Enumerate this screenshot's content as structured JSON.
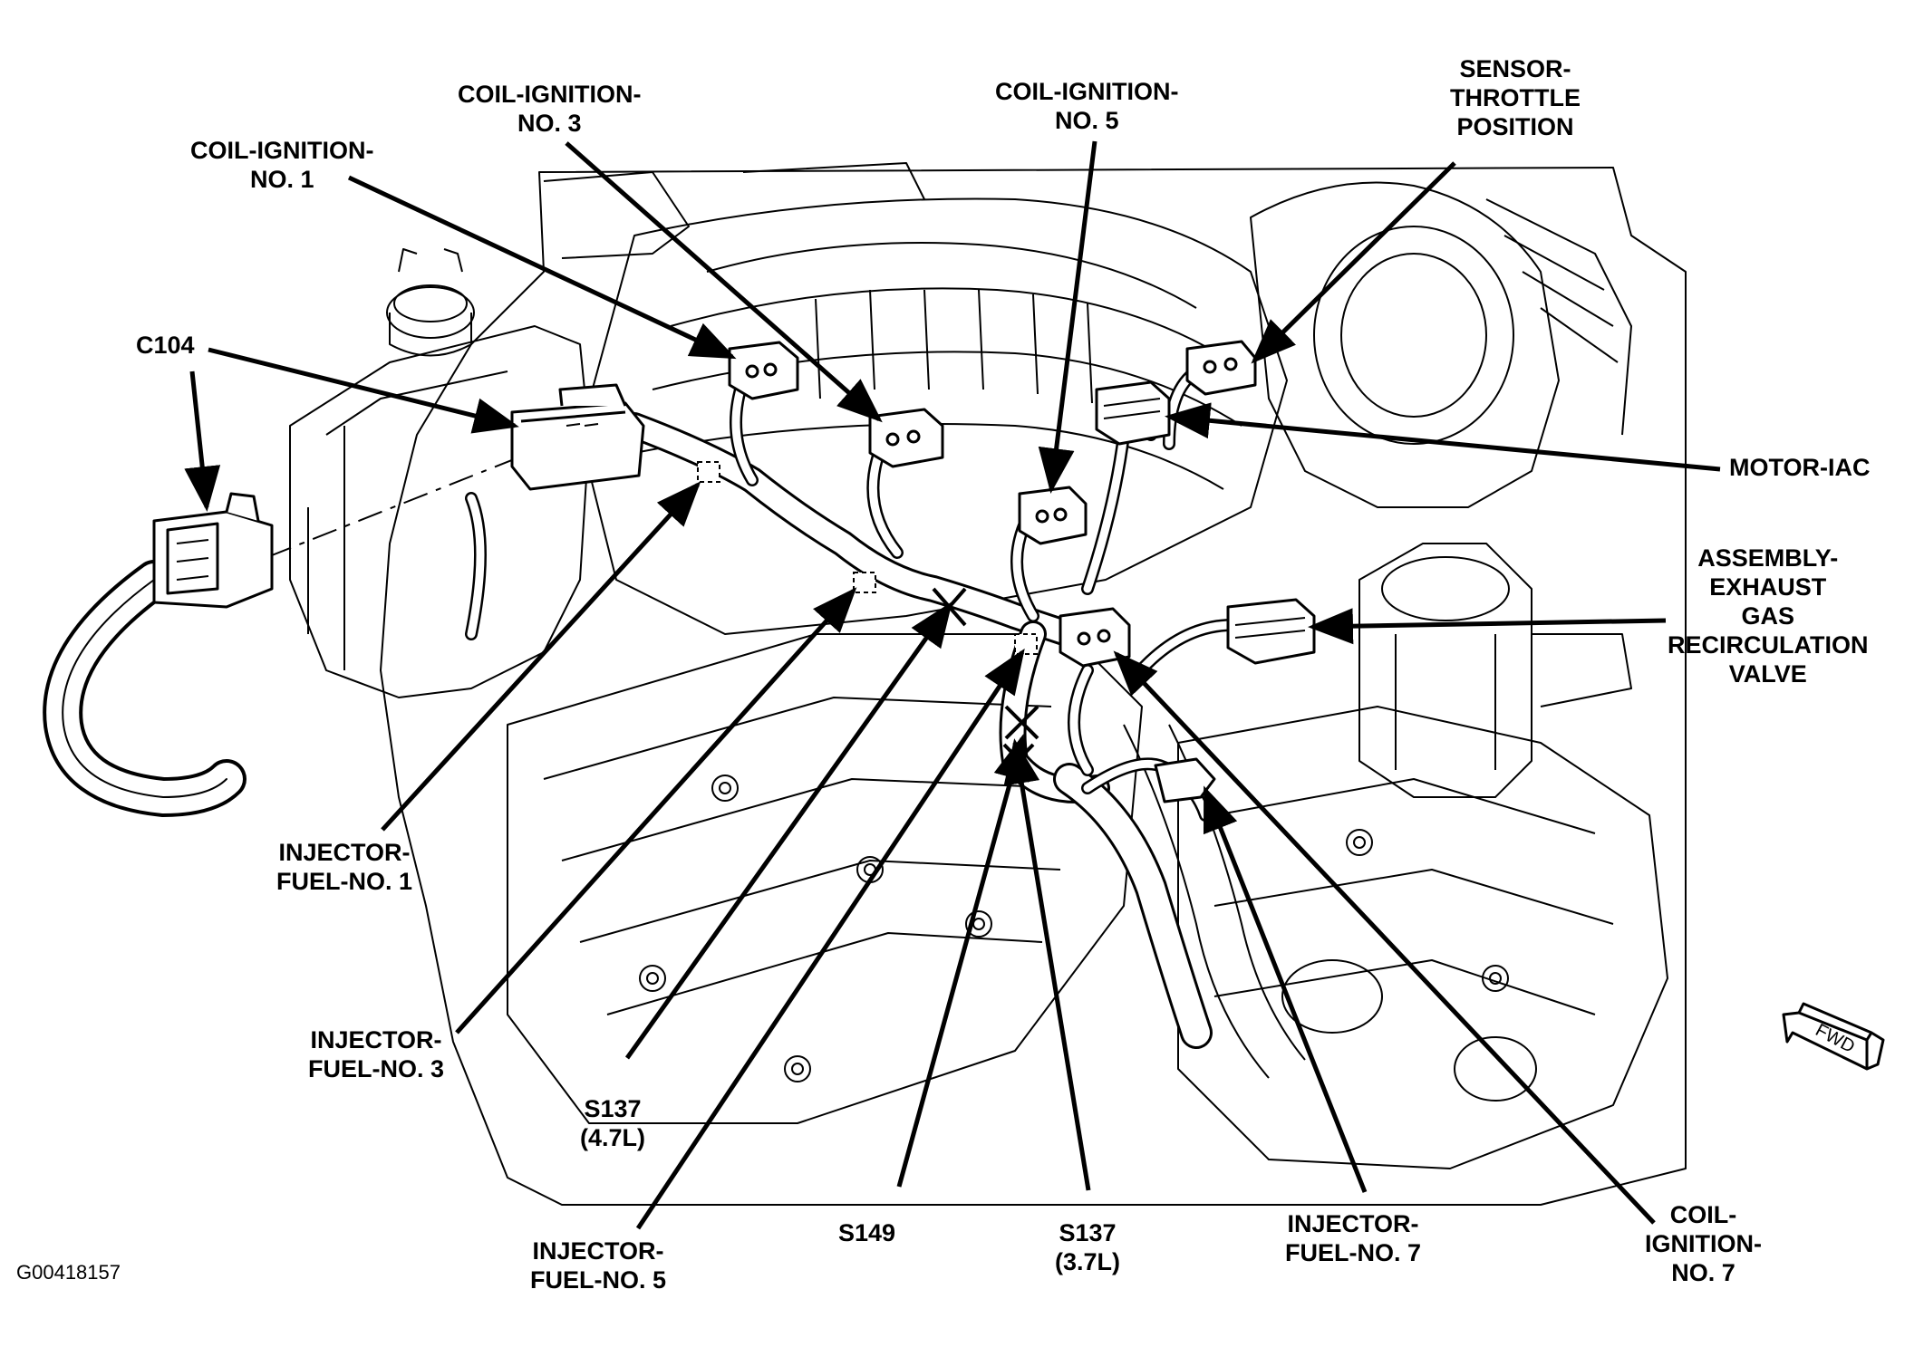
{
  "figure_id": "G00418157",
  "fwd_badge": "FWD",
  "labels": {
    "coil1": [
      "COIL-IGNITION-",
      "NO. 1"
    ],
    "coil3": [
      "COIL-IGNITION-",
      "NO. 3"
    ],
    "coil5": [
      "COIL-IGNITION-",
      "NO. 5"
    ],
    "tps": [
      "SENSOR-",
      "THROTTLE",
      "POSITION"
    ],
    "c104": [
      "C104"
    ],
    "iac": [
      "MOTOR-IAC"
    ],
    "egr": [
      "ASSEMBLY-",
      "EXHAUST",
      "GAS",
      "RECIRCULATION",
      "VALVE"
    ],
    "inj1": [
      "INJECTOR-",
      "FUEL-NO. 1"
    ],
    "inj3": [
      "INJECTOR-",
      "FUEL-NO. 3"
    ],
    "s137_47": [
      "S137",
      "(4.7L)"
    ],
    "inj5": [
      "INJECTOR-",
      "FUEL-NO. 5"
    ],
    "s149": [
      "S149"
    ],
    "s137_37": [
      "S137",
      "(3.7L)"
    ],
    "inj7": [
      "INJECTOR-",
      "FUEL-NO. 7"
    ],
    "coil7": [
      "COIL-",
      "IGNITION-",
      "NO. 7"
    ]
  }
}
